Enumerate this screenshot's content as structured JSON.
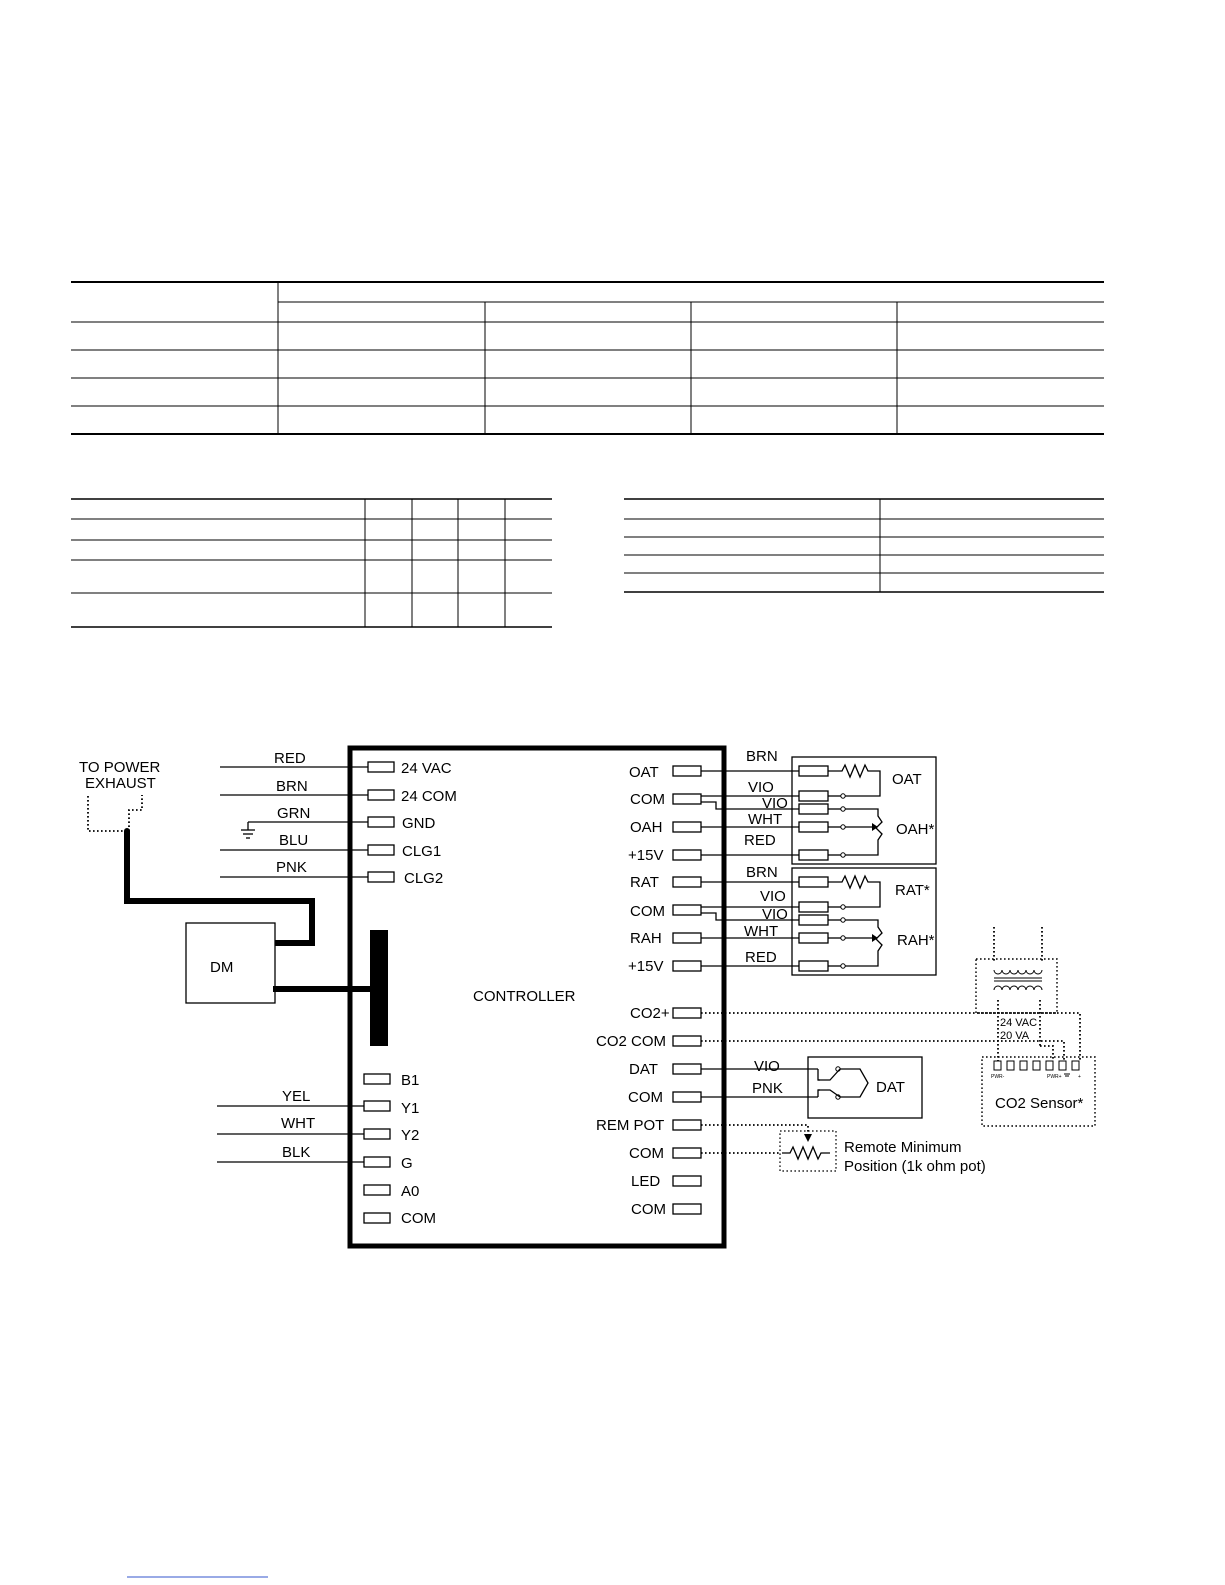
{
  "diagram": {
    "controller_label": "CONTROLLER",
    "damper_label": "DM",
    "power_exhaust_label_1": "TO POWER",
    "power_exhaust_label_2": "EXHAUST",
    "left_wires": [
      {
        "wire": "RED",
        "terminal": "24 VAC"
      },
      {
        "wire": "BRN",
        "terminal": "24 COM"
      },
      {
        "wire": "GRN",
        "terminal": "GND"
      },
      {
        "wire": "BLU",
        "terminal": "CLG1"
      },
      {
        "wire": "PNK",
        "terminal": "CLG2"
      }
    ],
    "left_lower": [
      {
        "wire": "",
        "terminal": "B1"
      },
      {
        "wire": "YEL",
        "terminal": "Y1"
      },
      {
        "wire": "WHT",
        "terminal": "Y2"
      },
      {
        "wire": "BLK",
        "terminal": "G"
      },
      {
        "wire": "",
        "terminal": "A0"
      },
      {
        "wire": "",
        "terminal": "COM"
      }
    ],
    "right_terminals": [
      "OAT",
      "COM",
      "OAH",
      "+15V",
      "RAT",
      "COM",
      "RAH",
      "+15V",
      "CO2+",
      "CO2 COM",
      "DAT",
      "COM",
      "REM POT",
      "COM",
      "LED",
      "COM"
    ],
    "outside_sensor": {
      "wires": [
        "BRN",
        "VIO",
        "VIO",
        "WHT",
        "RED"
      ],
      "label_temp": "OAT",
      "label_humid": "OAH*"
    },
    "return_sensor": {
      "wires": [
        "BRN",
        "VIO",
        "VIO",
        "WHT",
        "RED"
      ],
      "label_temp": "RAT*",
      "label_humid": "RAH*"
    },
    "discharge_sensor": {
      "wires": [
        "VIO",
        "PNK"
      ],
      "label": "DAT"
    },
    "transformer": {
      "line1": "24 VAC",
      "line2": "20 VA"
    },
    "co2_sensor": {
      "label": "CO2 Sensor*",
      "pin_left": "PWR-",
      "pin_mid": "PWR+",
      "pin_right": "+"
    },
    "remote_pot": {
      "line1": "Remote Minimum",
      "line2": "Position (1k ohm pot)"
    }
  }
}
